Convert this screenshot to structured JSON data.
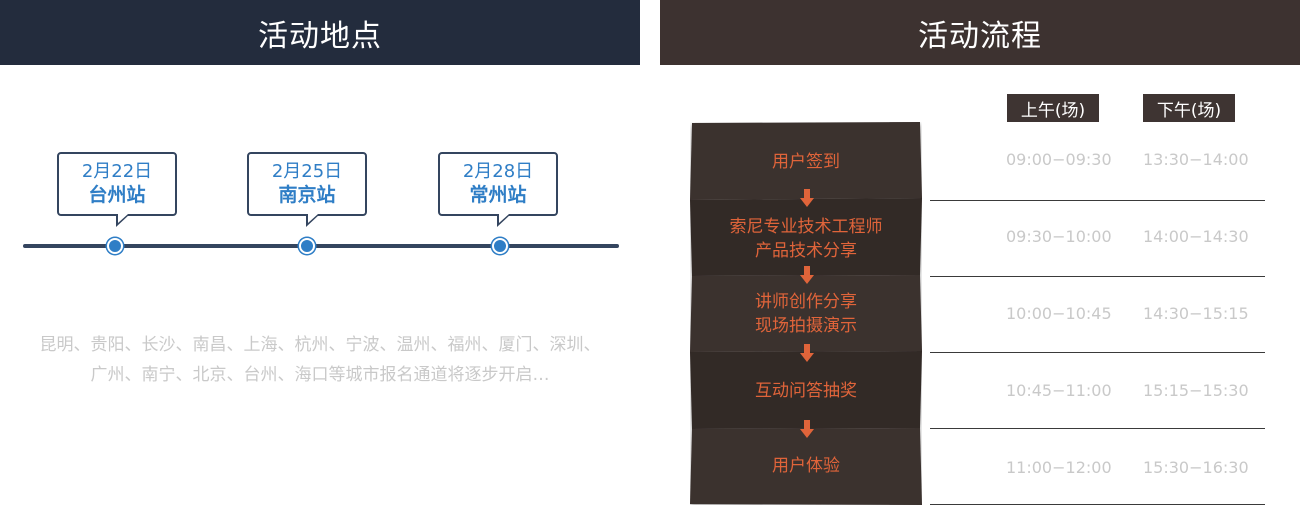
{
  "left": {
    "title": "活动地点",
    "stops": [
      {
        "date": "2月22日",
        "station": "台州站"
      },
      {
        "date": "2月25日",
        "station": "南京站"
      },
      {
        "date": "2月28日",
        "station": "常州站"
      }
    ],
    "cities_line1": "昆明、贵阳、长沙、南昌、上海、杭州、宁波、温州、福州、厦门、深圳、",
    "cities_line2": "广州、南宁、北京、台州、海口等城市报名通道将逐步开启…"
  },
  "right": {
    "title": "活动流程",
    "col_morning": "上午(场)",
    "col_afternoon": "下午(场)",
    "steps": [
      {
        "line1": "用户签到",
        "line2": "",
        "am": "09:00−09:30",
        "pm": "13:30−14:00"
      },
      {
        "line1": "索尼专业技术工程师",
        "line2": "产品技术分享",
        "am": "09:30−10:00",
        "pm": "14:00−14:30"
      },
      {
        "line1": "讲师创作分享",
        "line2": "现场拍摄演示",
        "am": "10:00−10:45",
        "pm": "14:30−15:15"
      },
      {
        "line1": "互动问答抽奖",
        "line2": "",
        "am": "10:45−11:00",
        "pm": "15:15−15:30"
      },
      {
        "line1": "用户体验",
        "line2": "",
        "am": "11:00−12:00",
        "pm": "15:30−16:30"
      }
    ]
  },
  "colors": {
    "left_header": "#232c3d",
    "right_header": "#3d3230",
    "accent_blue": "#2f7ec6",
    "accent_orange": "#e0643a",
    "flow_dark": "#3a302e"
  }
}
